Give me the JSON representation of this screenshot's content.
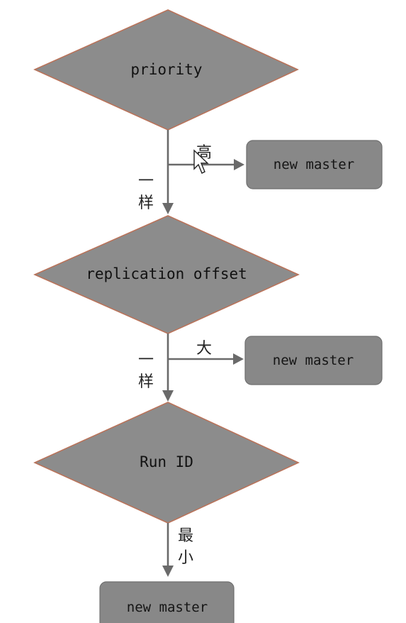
{
  "diagram": {
    "nodes": {
      "priority": "priority",
      "replication_offset": "replication offset",
      "run_id": "Run ID",
      "result_priority": "new master",
      "result_offset": "new master",
      "result_runid": "new master"
    },
    "edges": {
      "priority_high": "高",
      "priority_same_1": "一",
      "priority_same_2": "样",
      "offset_large": "大",
      "offset_same_1": "一",
      "offset_same_2": "样",
      "runid_min_1": "最",
      "runid_min_2": "小"
    }
  }
}
